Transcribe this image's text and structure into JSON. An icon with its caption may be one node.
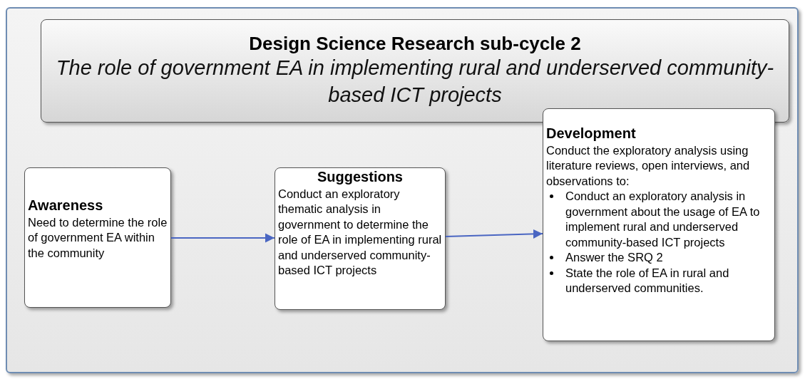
{
  "diagram": {
    "nodes": [
      {
        "text": [],
        "shape": "box"
      },
      {
        "text": [
          "Design Science Research sub-cycle 2",
          "The role of government EA in implementing rural and underserved community-based ICT projects"
        ],
        "in": 0
      },
      {
        "text": [
          "Awareness",
          "Need to determine the role of government EA within the community"
        ],
        "in": 0
      },
      {
        "text": [
          "Suggestions",
          "Conduct an exploratory thematic analysis in government to determine the role of EA in implementing rural and underserved community-based ICT projects"
        ],
        "in": 0
      },
      {
        "text": [
          "Development",
          "Conduct the exploratory analysis using literature reviews, open interviews, and observations to:",
          "Conduct an exploratory analysis in government about the usage of EA to implement rural and underserved community-based ICT projects",
          "Answer the SRQ 2",
          "State the role of EA in rural and underserved communities."
        ],
        "in": 0
      }
    ],
    "edges": [
      {
        "from": 2,
        "to": 3,
        "arrow": "to"
      },
      {
        "from": 3,
        "to": 4,
        "arrow": "to"
      }
    ]
  }
}
